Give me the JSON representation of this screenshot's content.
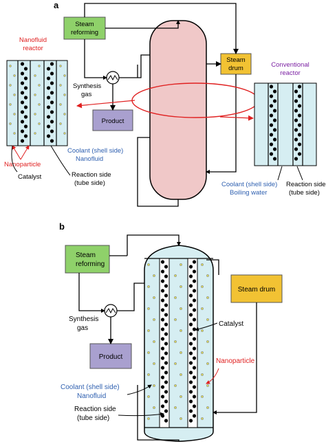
{
  "colors": {
    "green_box": "#8fd16a",
    "purple_box": "#a9a0cf",
    "yellow_box": "#f2c233",
    "reactor_pink": "#f0c8c8",
    "tube_fill": "#d6eef2",
    "red": "#e02020",
    "blue_text": "#2f60b0",
    "purple_text": "#7a1fa2",
    "catalyst": "#000000",
    "nanoparticle": "#d8d860"
  },
  "panel_a": {
    "label": "a",
    "steam_reforming": [
      "Steam",
      "reforming"
    ],
    "steam_drum": [
      "Steam",
      "drum"
    ],
    "product": "Product",
    "synthesis_gas": [
      "Synthesis",
      "gas"
    ],
    "nanofluid_reactor": [
      "Nanofluid",
      "reactor"
    ],
    "conventional_reactor": [
      "Conventional",
      "reactor"
    ],
    "coolant_nanofluid": [
      "Coolant (shell side)",
      "Nanofluid"
    ],
    "nanoparticle": "Nanoparticle",
    "catalyst": "Catalyst",
    "reaction_side_left": [
      "Reaction side",
      "(tube side)"
    ],
    "coolant_boiling": [
      "Coolant (shell side)",
      "Boiling water"
    ],
    "reaction_side_right": [
      "Reaction side",
      "(tube side)"
    ]
  },
  "panel_b": {
    "label": "b",
    "steam_reforming": [
      "Steam",
      "reforming"
    ],
    "steam_drum": "Steam drum",
    "product": "Product",
    "synthesis_gas": [
      "Synthesis",
      "gas"
    ],
    "catalyst": "Catalyst",
    "nanoparticle": "Nanoparticle",
    "coolant_nanofluid": [
      "Coolant (shell side)",
      "Nanofluid"
    ],
    "reaction_side": [
      "Reaction side",
      "(tube side)"
    ]
  }
}
